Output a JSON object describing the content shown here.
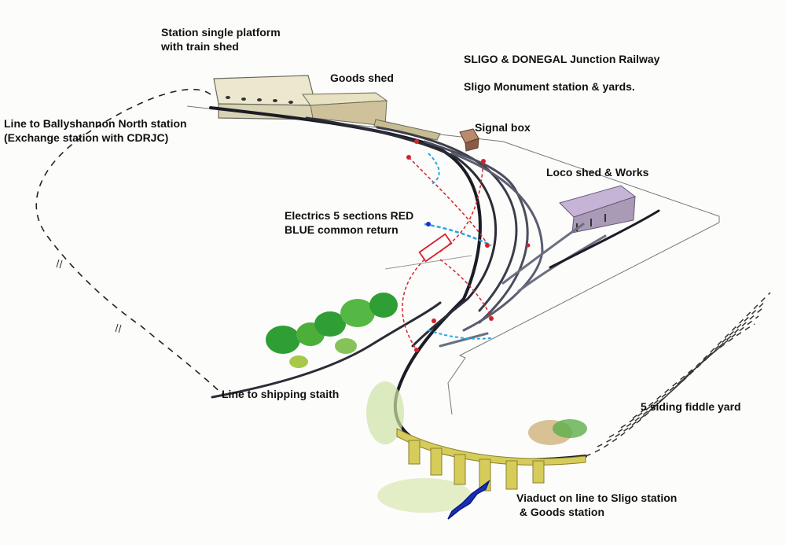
{
  "title": {
    "line1": "SLIGO & DONEGAL Junction Railway",
    "line2": "Sligo Monument station & yards."
  },
  "labels": {
    "station": {
      "line1": "Station single platform",
      "line2": "with train shed"
    },
    "goods_shed": "Goods shed",
    "signal_box": "Signal box",
    "loco_shed": "Loco shed & Works",
    "ballyshannon": {
      "line1": "Line to Ballyshannon North station",
      "line2": "(Exchange station with CDRJC)"
    },
    "electrics": {
      "line1": "Electrics 5 sections RED",
      "line2": "BLUE common return"
    },
    "shipping": "Line to shipping staith",
    "fiddle_yard": "5 siding fiddle yard",
    "viaduct": {
      "line1": "Viaduct on line to Sligo station",
      "line2": " & Goods station"
    }
  },
  "colors": {
    "track": "#1c1c24",
    "track_grey": "#6b6f80",
    "wire_red": "#d8202a",
    "wire_blue": "#2aa6e0",
    "viaduct": "#d6cc5a",
    "foliage": "#2e9e35",
    "river": "#1a2fb8",
    "loco_shed_roof": "#b7a2c7"
  }
}
